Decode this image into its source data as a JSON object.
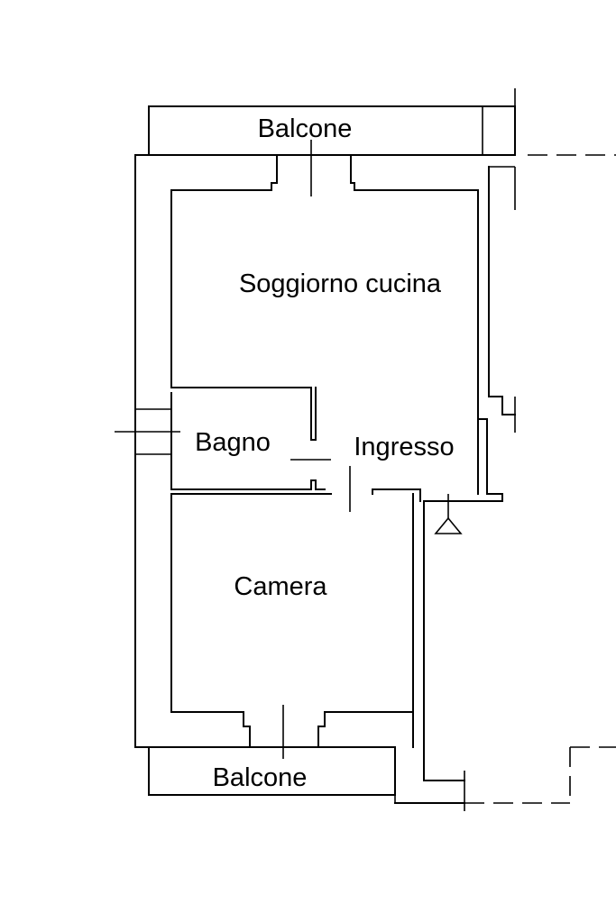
{
  "floor_plan": {
    "rooms": {
      "balcone_top": "Balcone",
      "soggiorno_cucina": "Soggiorno cucina",
      "bagno": "Bagno",
      "ingresso": "Ingresso",
      "camera": "Camera",
      "balcone_bottom": "Balcone"
    },
    "symbols": [
      "entrance-triangle-icon"
    ]
  }
}
